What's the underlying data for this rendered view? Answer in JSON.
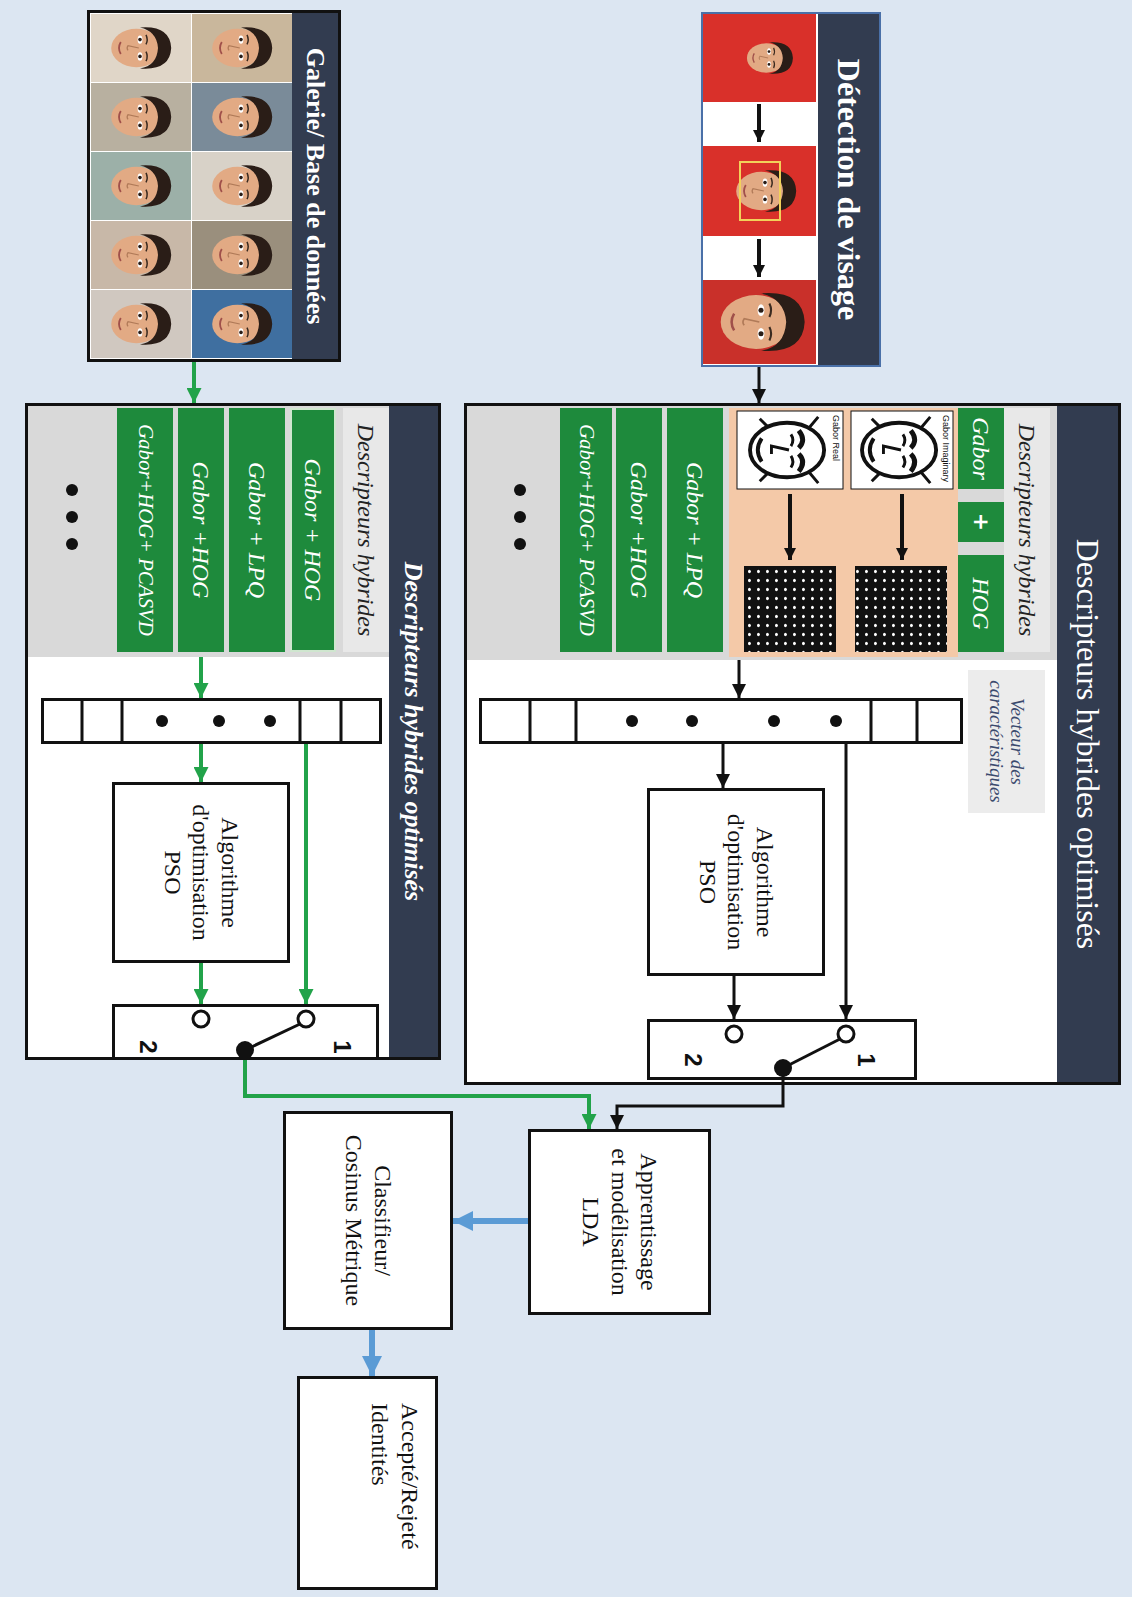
{
  "diagram": {
    "nodes": [
      {
        "text": [
          "Détection de visage"
        ]
      },
      {
        "text": [
          "Galerie/ Base de données"
        ]
      },
      {
        "text": [
          "Descripteurs hybrides optimisés"
        ]
      },
      {
        "text": [
          "Descripteurs hybrides"
        ],
        "in": 2
      },
      {
        "text": [
          "Gabor"
        ],
        "in": 3
      },
      {
        "text": [
          "+"
        ],
        "in": 3
      },
      {
        "text": [
          "HOG"
        ],
        "in": 3
      },
      {
        "text": [
          "Gabor + LPQ"
        ],
        "in": 3
      },
      {
        "text": [
          "Gabor +HOG"
        ],
        "in": 3
      },
      {
        "text": [
          "Gabor+HOG+ PCASVD"
        ],
        "in": 3
      },
      {
        "text": [
          "Vecteur des caractéristiques"
        ],
        "in": 2
      },
      {
        "text": [
          "Algorithme d'optimisation PSO"
        ],
        "in": 2
      },
      {
        "text": [
          "1",
          "2"
        ],
        "in": 2
      },
      {
        "text": [
          "Descripteurs hybrides optimisés"
        ]
      },
      {
        "text": [
          "Descripteurs hybrides"
        ],
        "in": 13
      },
      {
        "text": [
          "Gabor + HOG"
        ],
        "in": 14
      },
      {
        "text": [
          "Gabor + LPQ"
        ],
        "in": 14
      },
      {
        "text": [
          "Gabor +HOG"
        ],
        "in": 14
      },
      {
        "text": [
          "Gabor+HOG+ PCASVD"
        ],
        "in": 14
      },
      {
        "text": [],
        "in": 13
      },
      {
        "text": [
          "Algorithme d'optimisation PSO"
        ],
        "in": 13
      },
      {
        "text": [
          "1",
          "2"
        ],
        "in": 13
      },
      {
        "text": [
          "Apprentissage et modélisation LDA"
        ]
      },
      {
        "text": [
          "Classifieur/ Cosinus Métrique"
        ]
      },
      {
        "text": [
          "Accepté/Rejeté",
          "Identités"
        ]
      }
    ],
    "edges": [
      {
        "from": 0,
        "to": 2,
        "arrow": "to"
      },
      {
        "from": 1,
        "to": 13,
        "arrow": "to"
      },
      {
        "from": 3,
        "to": 10,
        "arrow": "to"
      },
      {
        "from": 10,
        "to": 11,
        "arrow": "to"
      },
      {
        "from": 10,
        "to": 12,
        "arrow": "to"
      },
      {
        "from": 11,
        "to": 12,
        "arrow": "to"
      },
      {
        "from": 12,
        "to": 22,
        "arrow": "to"
      },
      {
        "from": 14,
        "to": 19,
        "arrow": "to"
      },
      {
        "from": 19,
        "to": 20,
        "arrow": "to"
      },
      {
        "from": 19,
        "to": 21,
        "arrow": "to"
      },
      {
        "from": 20,
        "to": 21,
        "arrow": "to"
      },
      {
        "from": 21,
        "to": 22,
        "arrow": "to"
      },
      {
        "from": 22,
        "to": 23,
        "arrow": "to"
      },
      {
        "from": 23,
        "to": 24,
        "arrow": "to"
      }
    ],
    "labels": [
      "Gabor Imaginary",
      "Gabor Real"
    ]
  }
}
